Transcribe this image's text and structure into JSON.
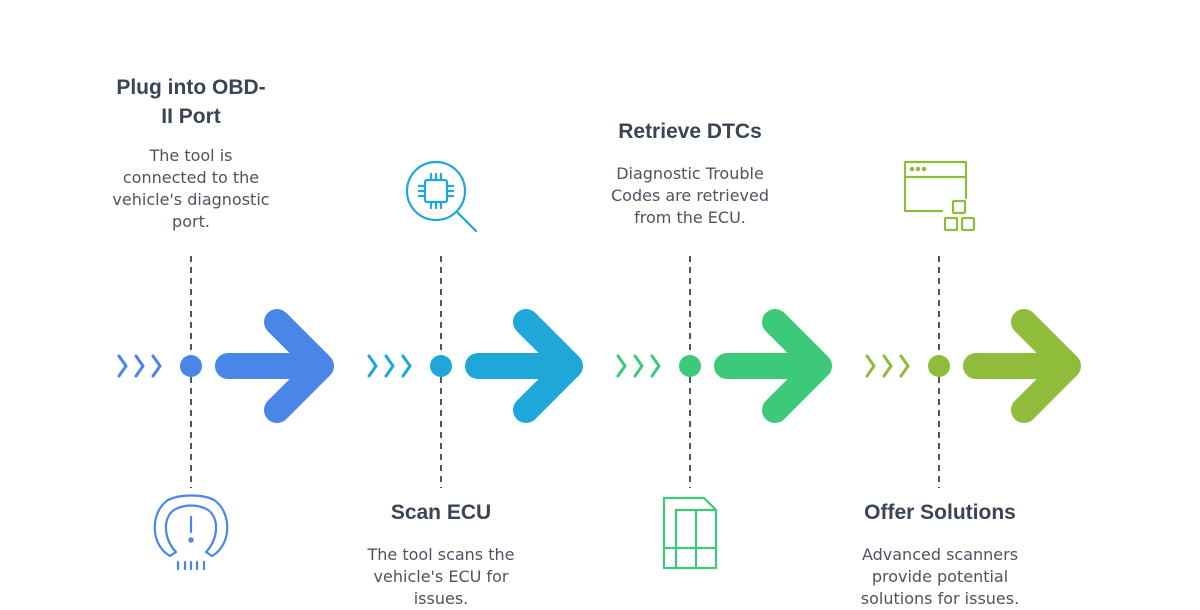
{
  "steps": [
    {
      "title_line1": "Plug into OBD-",
      "title_line2": "II Port",
      "desc_lines": [
        "The tool is",
        "connected to the",
        "vehicle's diagnostic",
        "port."
      ],
      "icon": "tire-pressure-icon",
      "color": "#4a86e8"
    },
    {
      "title": "Scan ECU",
      "desc_lines": [
        "The tool scans the",
        "vehicle's ECU for",
        "issues."
      ],
      "icon": "chip-magnifier-icon",
      "color": "#1ea7d8"
    },
    {
      "title": "Retrieve DTCs",
      "desc_lines": [
        "Diagnostic Trouble",
        "Codes are retrieved",
        "from the ECU."
      ],
      "icon": "document-grid-icon",
      "color": "#3cc97a"
    },
    {
      "title": "Offer Solutions",
      "desc_lines": [
        "Advanced scanners",
        "provide potential",
        "solutions for issues."
      ],
      "icon": "window-blocks-icon",
      "color": "#8fbc3a"
    }
  ]
}
